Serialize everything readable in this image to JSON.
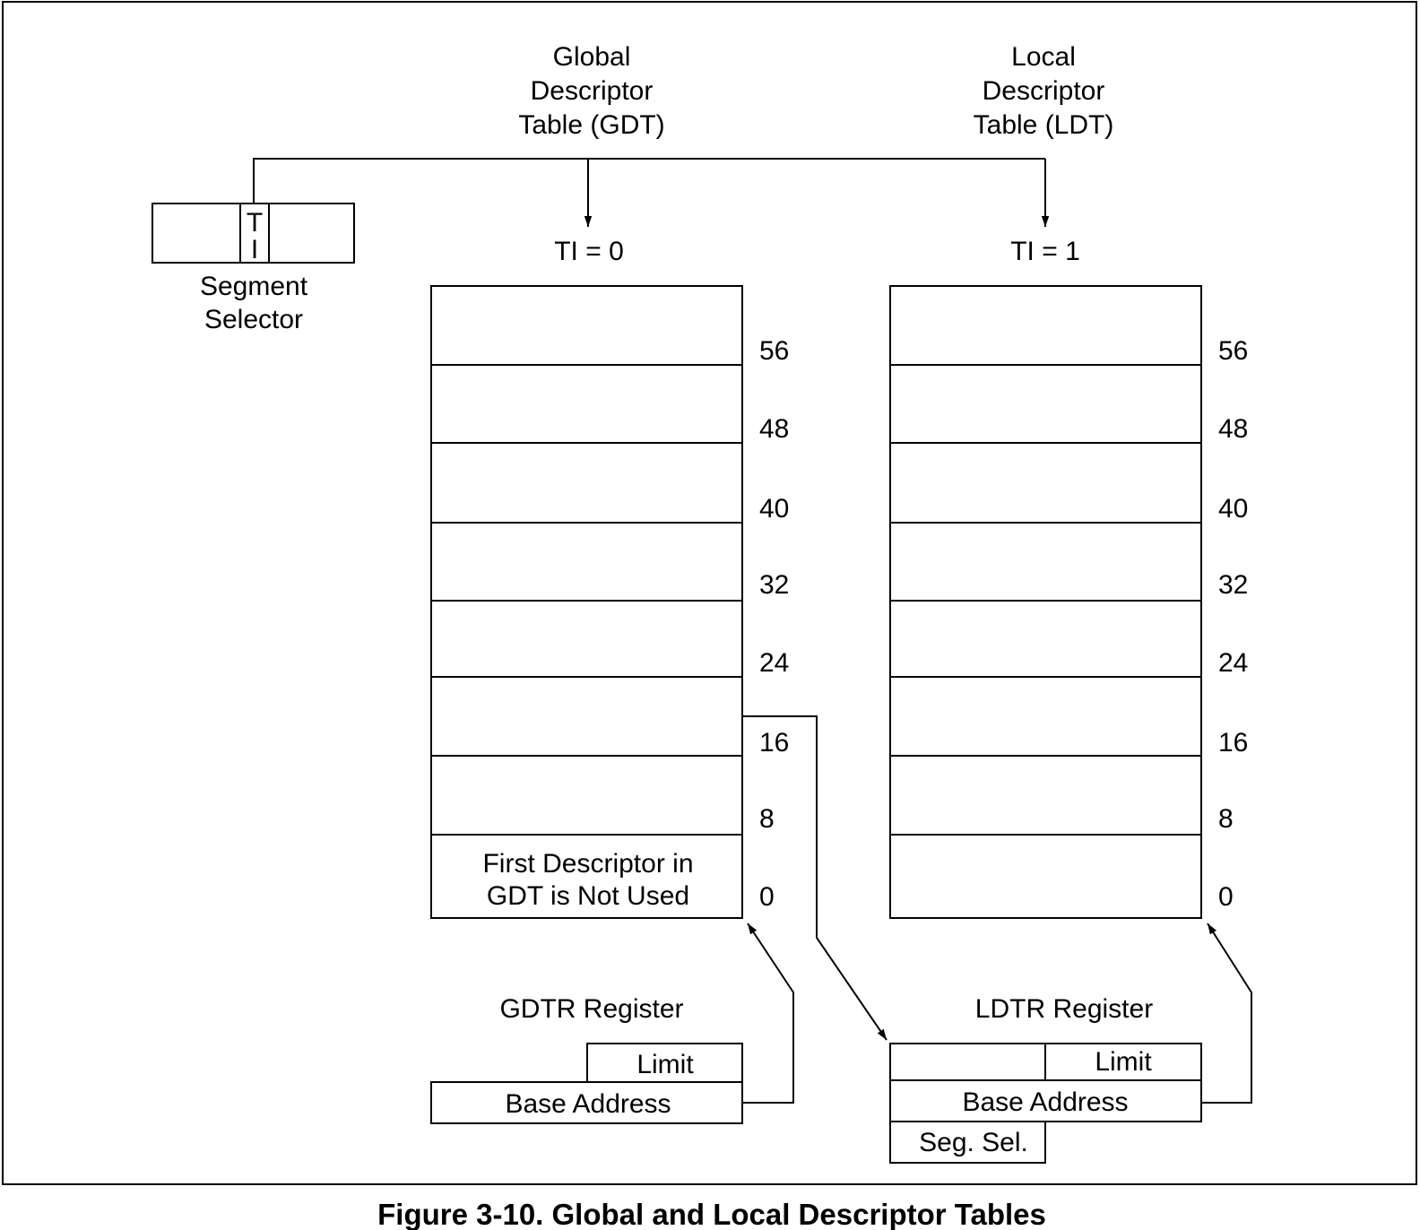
{
  "caption": "Figure 3-10.  Global and Local Descriptor Tables",
  "segment_selector": {
    "ti_field": [
      "T",
      "I"
    ],
    "label": [
      "Segment",
      "Selector"
    ]
  },
  "gdt": {
    "title": [
      "Global",
      "Descriptor",
      "Table (GDT)"
    ],
    "ti_label": "TI = 0",
    "offsets": [
      "56",
      "48",
      "40",
      "32",
      "24",
      "16",
      "8",
      "0"
    ],
    "first_entry_note": [
      "First Descriptor in",
      "GDT is Not Used"
    ]
  },
  "ldt": {
    "title": [
      "Local",
      "Descriptor",
      "Table (LDT)"
    ],
    "ti_label": "TI = 1",
    "offsets": [
      "56",
      "48",
      "40",
      "32",
      "24",
      "16",
      "8",
      "0"
    ]
  },
  "gdtr": {
    "title": "GDTR Register",
    "limit_label": "Limit",
    "base_label": "Base Address"
  },
  "ldtr": {
    "title": "LDTR Register",
    "limit_label": "Limit",
    "base_label": "Base Address",
    "selector_label": "Seg. Sel."
  }
}
